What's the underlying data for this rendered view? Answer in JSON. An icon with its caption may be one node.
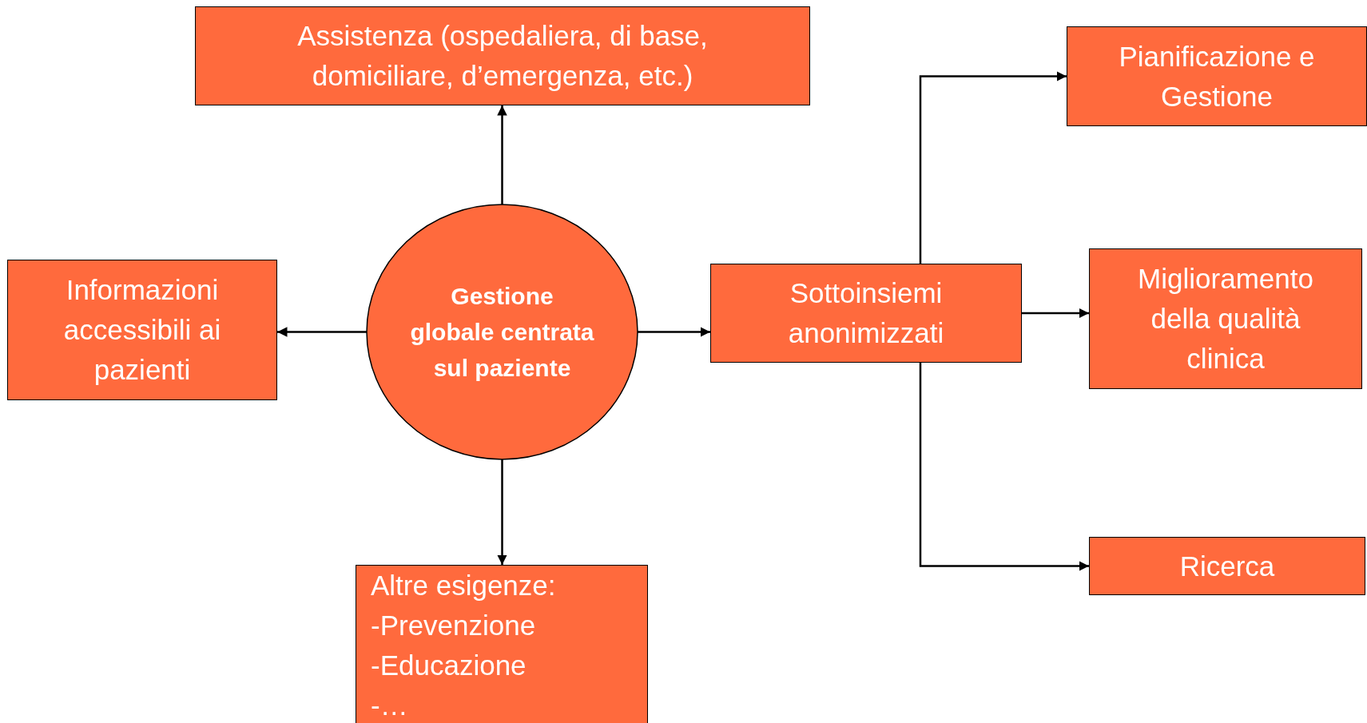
{
  "diagram": {
    "nodes": [
      {
        "text": [
          "Gestione globale centrata sul paziente"
        ]
      },
      {
        "text": [
          "Assistenza (ospedaliera, di base, domiciliare, d’emergenza, etc.)"
        ]
      },
      {
        "text": [
          "Informazioni accessibili ai pazienti"
        ]
      },
      {
        "text": [
          "Altre esigenze:",
          "-Prevenzione",
          "-Educazione",
          "-…"
        ]
      },
      {
        "text": [
          "Sottoinsiemi anonimizzati"
        ]
      },
      {
        "text": [
          "Pianificazione e Gestione"
        ]
      },
      {
        "text": [
          "Miglioramento della qualità clinica"
        ]
      },
      {
        "text": [
          "Ricerca"
        ]
      }
    ],
    "edges": [
      {
        "from": 0,
        "to": 1,
        "arrow": "to"
      },
      {
        "from": 0,
        "to": 2,
        "arrow": "to"
      },
      {
        "from": 0,
        "to": 3,
        "arrow": "to"
      },
      {
        "from": 0,
        "to": 4,
        "arrow": "to"
      },
      {
        "from": 4,
        "to": 5,
        "arrow": "to"
      },
      {
        "from": 4,
        "to": 6,
        "arrow": "to"
      },
      {
        "from": 4,
        "to": 7,
        "arrow": "to"
      }
    ]
  }
}
